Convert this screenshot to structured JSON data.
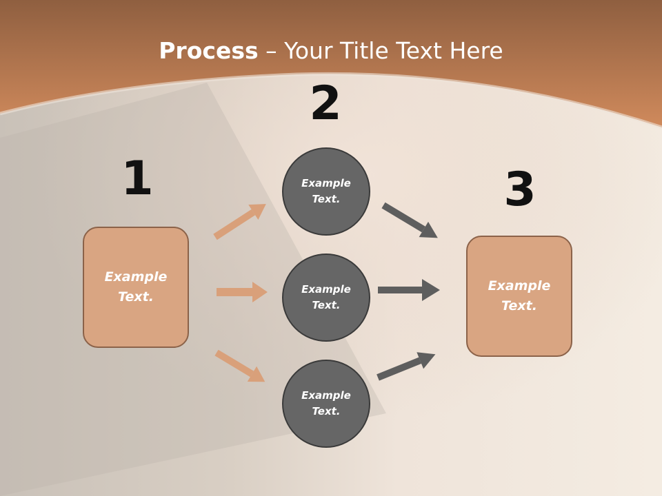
{
  "slide": {
    "title_bold": "Process",
    "title_rest": " – Your Title Text Here",
    "colors": {
      "header": "#c98456",
      "background": "#e9ddd0",
      "box_fill": "#d9a582",
      "box_border": "#8b6249",
      "circle_fill": "#666666",
      "arrow_orange": "#d9a07a",
      "arrow_gray": "#5e5e5e"
    }
  },
  "steps": {
    "step1": {
      "number": "1",
      "text": "Example Text."
    },
    "step2": {
      "number": "2",
      "items": [
        "Example Text.",
        "Example Text.",
        "Example Text."
      ]
    },
    "step3": {
      "number": "3",
      "text": "Example Text."
    }
  }
}
